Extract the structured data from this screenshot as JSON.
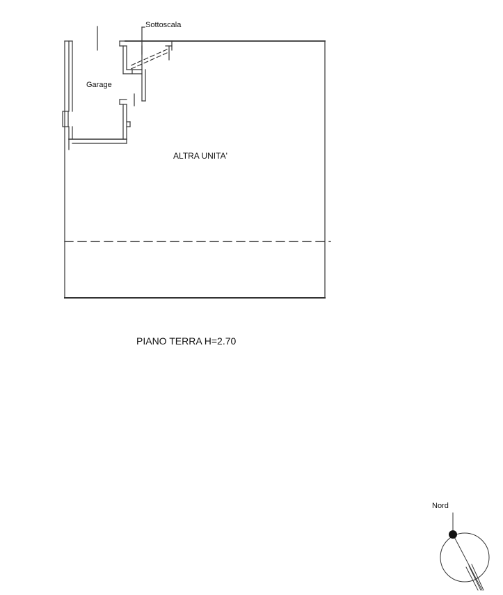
{
  "labels": {
    "sottoscala": "Sottoscala",
    "garage": "Garage",
    "altra_unita": "ALTRA UNITA'",
    "piano_terra": "PIANO TERRA H=2.70",
    "nord": "Nord"
  },
  "compass": {
    "marker_icon": "north-arrow-icon"
  }
}
